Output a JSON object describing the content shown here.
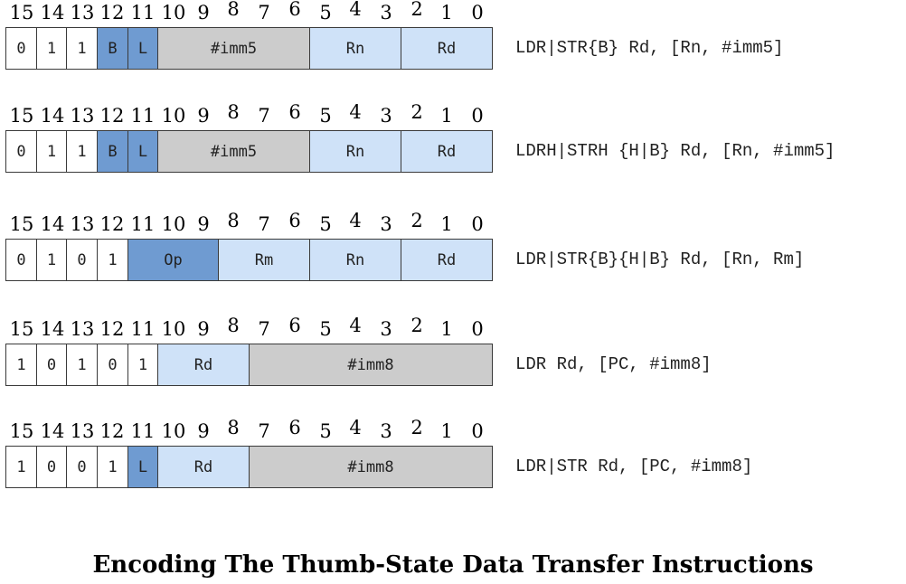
{
  "colors": {
    "white": "#ffffff",
    "blue": "#6f9bd1",
    "light_blue": "#cfe2f8",
    "gray": "#cccccc"
  },
  "bit_numbers": [
    "15",
    "14",
    "13",
    "12",
    "11",
    "10",
    "9",
    "8",
    "7",
    "6",
    "5",
    "4",
    "3",
    "2",
    "1",
    "0"
  ],
  "rows": [
    {
      "fields": [
        {
          "text": "0",
          "bits": 1,
          "color": "white"
        },
        {
          "text": "1",
          "bits": 1,
          "color": "white"
        },
        {
          "text": "1",
          "bits": 1,
          "color": "white"
        },
        {
          "text": "B",
          "bits": 1,
          "color": "blue"
        },
        {
          "text": "L",
          "bits": 1,
          "color": "blue"
        },
        {
          "text": "#imm5",
          "bits": 5,
          "color": "gray"
        },
        {
          "text": "Rn",
          "bits": 3,
          "color": "light_blue"
        },
        {
          "text": "Rd",
          "bits": 3,
          "color": "light_blue"
        }
      ],
      "syntax": "LDR|STR{B} Rd, [Rn, #imm5]"
    },
    {
      "fields": [
        {
          "text": "0",
          "bits": 1,
          "color": "white"
        },
        {
          "text": "1",
          "bits": 1,
          "color": "white"
        },
        {
          "text": "1",
          "bits": 1,
          "color": "white"
        },
        {
          "text": "B",
          "bits": 1,
          "color": "blue"
        },
        {
          "text": "L",
          "bits": 1,
          "color": "blue"
        },
        {
          "text": "#imm5",
          "bits": 5,
          "color": "gray"
        },
        {
          "text": "Rn",
          "bits": 3,
          "color": "light_blue"
        },
        {
          "text": "Rd",
          "bits": 3,
          "color": "light_blue"
        }
      ],
      "syntax": "LDRH|STRH {H|B} Rd, [Rn, #imm5]"
    },
    {
      "fields": [
        {
          "text": "0",
          "bits": 1,
          "color": "white"
        },
        {
          "text": "1",
          "bits": 1,
          "color": "white"
        },
        {
          "text": "0",
          "bits": 1,
          "color": "white"
        },
        {
          "text": "1",
          "bits": 1,
          "color": "white"
        },
        {
          "text": "Op",
          "bits": 3,
          "color": "blue"
        },
        {
          "text": "Rm",
          "bits": 3,
          "color": "light_blue"
        },
        {
          "text": "Rn",
          "bits": 3,
          "color": "light_blue"
        },
        {
          "text": "Rd",
          "bits": 3,
          "color": "light_blue"
        }
      ],
      "syntax": "LDR|STR{B}{H|B} Rd, [Rn, Rm]"
    },
    {
      "fields": [
        {
          "text": "1",
          "bits": 1,
          "color": "white"
        },
        {
          "text": "0",
          "bits": 1,
          "color": "white"
        },
        {
          "text": "1",
          "bits": 1,
          "color": "white"
        },
        {
          "text": "0",
          "bits": 1,
          "color": "white"
        },
        {
          "text": "1",
          "bits": 1,
          "color": "white"
        },
        {
          "text": "Rd",
          "bits": 3,
          "color": "light_blue"
        },
        {
          "text": "#imm8",
          "bits": 8,
          "color": "gray"
        }
      ],
      "syntax": "LDR Rd, [PC, #imm8]"
    },
    {
      "fields": [
        {
          "text": "1",
          "bits": 1,
          "color": "white"
        },
        {
          "text": "0",
          "bits": 1,
          "color": "white"
        },
        {
          "text": "0",
          "bits": 1,
          "color": "white"
        },
        {
          "text": "1",
          "bits": 1,
          "color": "white"
        },
        {
          "text": "L",
          "bits": 1,
          "color": "blue"
        },
        {
          "text": "Rd",
          "bits": 3,
          "color": "light_blue"
        },
        {
          "text": "#imm8",
          "bits": 8,
          "color": "gray"
        }
      ],
      "syntax": "LDR|STR Rd, [PC, #imm8]"
    }
  ],
  "caption": "Encoding The Thumb-State Data Transfer Instructions"
}
